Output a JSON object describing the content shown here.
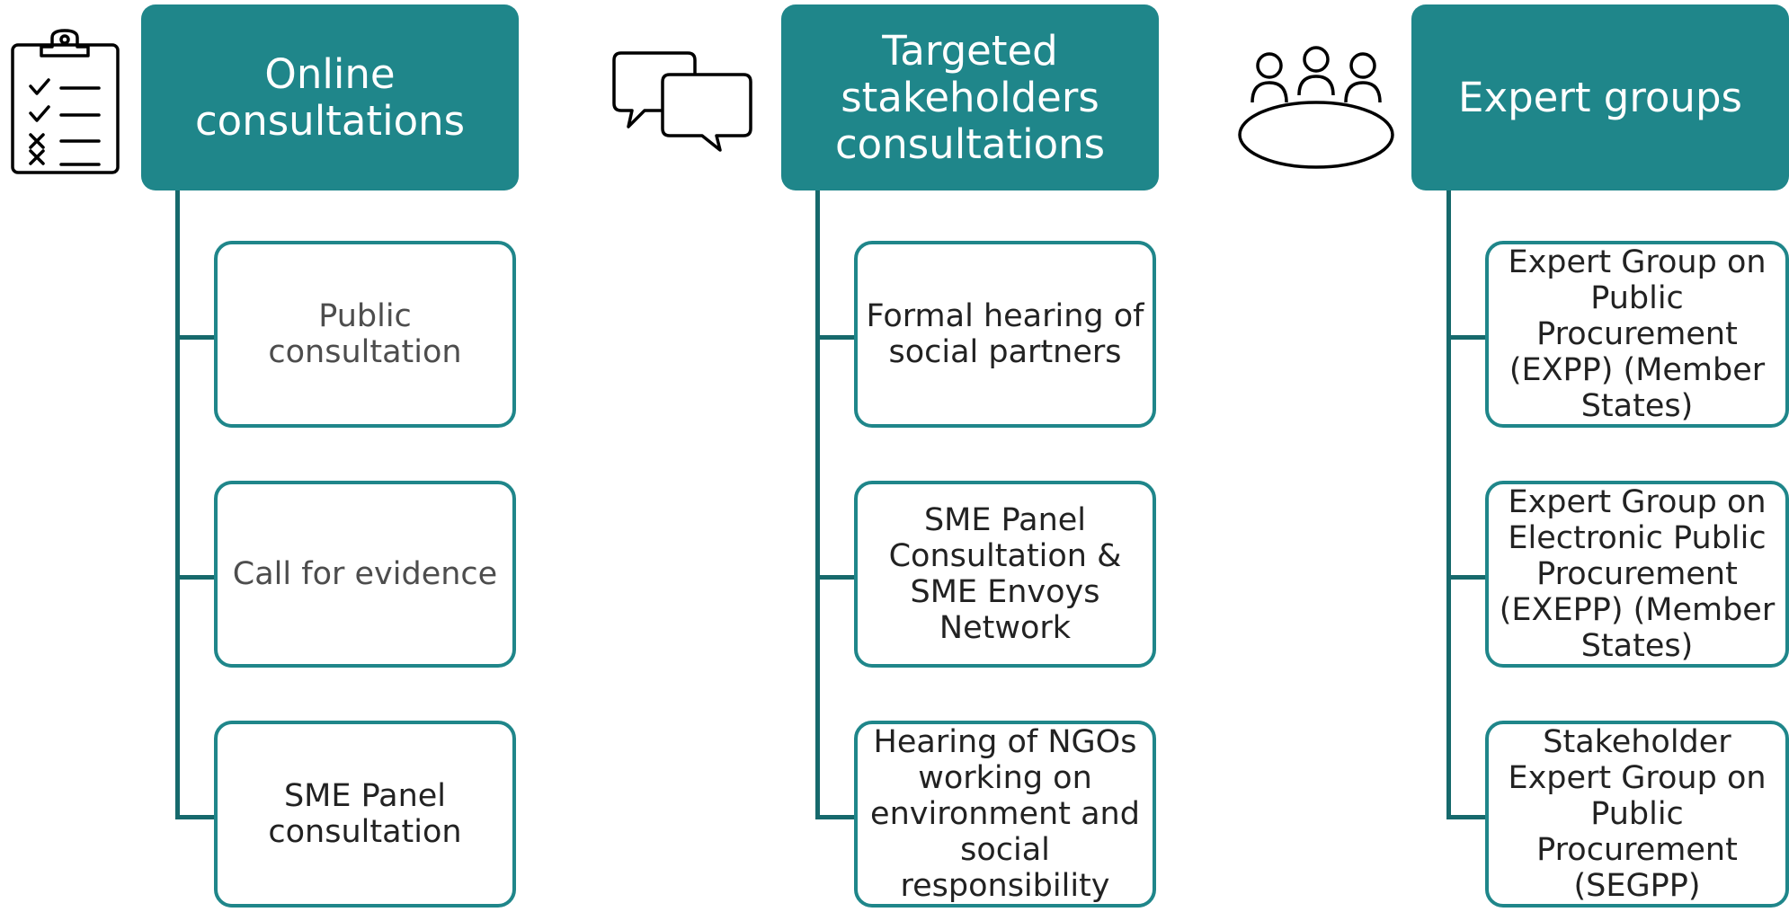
{
  "columns": [
    {
      "header": "Online consultations",
      "icon": "clipboard-checklist-icon",
      "items": [
        "Public consultation",
        "Call for evidence",
        "SME Panel consultation"
      ]
    },
    {
      "header": "Targeted stakeholders consultations",
      "icon": "speech-bubbles-icon",
      "items": [
        "Formal hearing of social partners",
        "SME Panel Consultation & SME Envoys Network",
        "Hearing of NGOs working on environment and social responsibility"
      ]
    },
    {
      "header": "Expert groups",
      "icon": "meeting-table-icon",
      "items": [
        "Expert Group on Public Procurement (EXPP) (Member States)",
        "Expert Group on Electronic Public Procurement (EXEPP) (Member States)",
        "Stakeholder Expert Group on Public Procurement (SEGPP)"
      ]
    }
  ],
  "colors": {
    "header": "#1f868a",
    "connector": "#16696c",
    "border": "#1f868a"
  }
}
